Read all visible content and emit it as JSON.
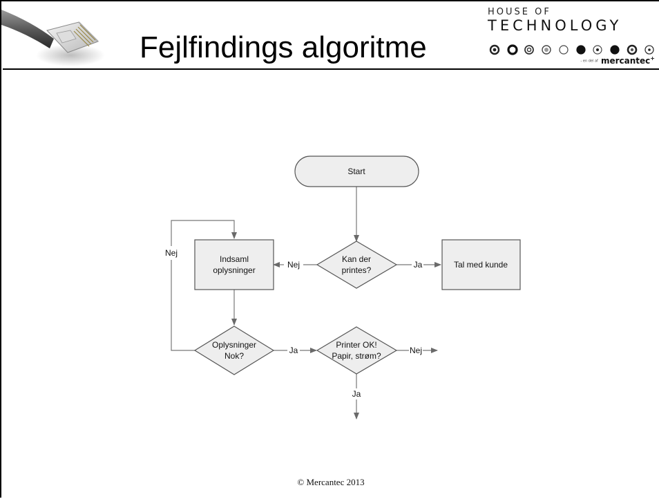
{
  "slide": {
    "title": "Fejlfindings algoritme",
    "footer": "© Mercantec 2013"
  },
  "logo": {
    "line1": "HOUSE OF",
    "line2": "TECHNOLOGY",
    "sub_prefix": "- en del af",
    "sub_brand": "mercantec",
    "sub_mark": "+"
  },
  "flowchart": {
    "start": "Start",
    "decision_print": [
      "Kan der",
      "printes?"
    ],
    "process_collect": [
      "Indsaml",
      "oplysninger"
    ],
    "process_talk": "Tal med kunde",
    "decision_enough": [
      "Oplysninger",
      "Nok?"
    ],
    "decision_printer": [
      "Printer OK!",
      "Papir, strøm?"
    ],
    "edge_labels": {
      "print_no": "Nej",
      "print_yes": "Ja",
      "enough_no": "Nej",
      "enough_yes": "Ja",
      "printer_no": "Nej",
      "printer_yes": "Ja"
    }
  }
}
